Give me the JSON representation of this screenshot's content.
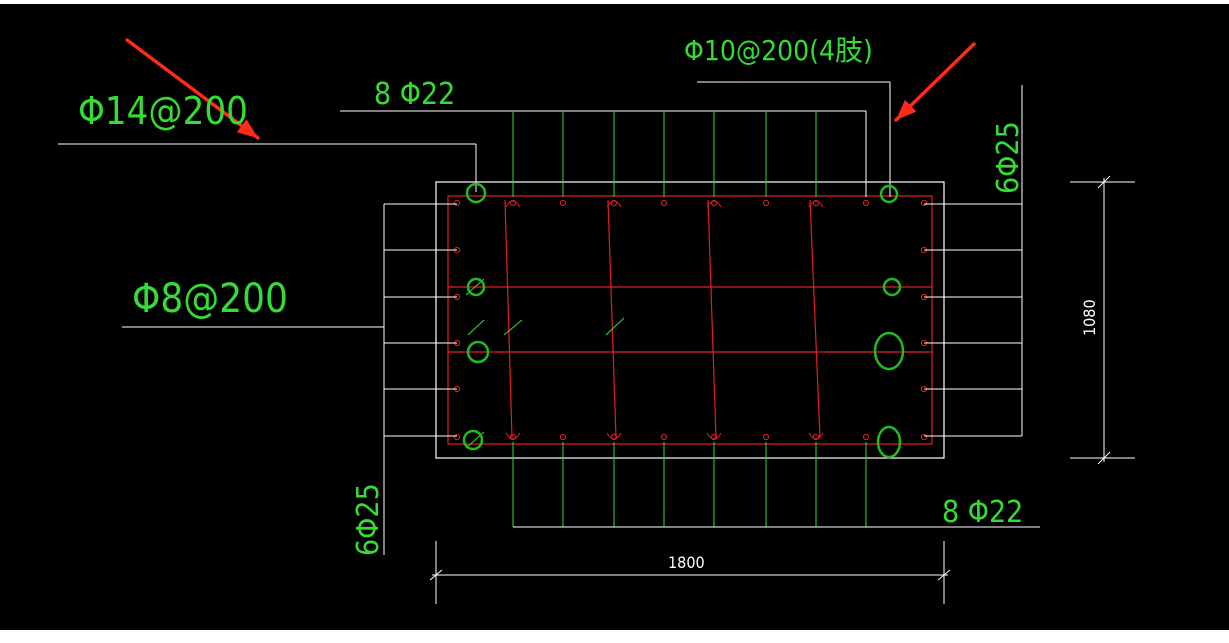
{
  "colors": {
    "background": "#000000",
    "outline": "#ffffff",
    "rebar": "#e02020",
    "text": "#33dd33",
    "leader": "#33dd33",
    "callout_circle": "#22bb22",
    "arrow": "#ff2a1a",
    "dimension": "#ffffff"
  },
  "labels": {
    "stirrup_left": "Φ14@200",
    "top_bars": "8 Φ22",
    "stirrup_top": "Φ10@200(4肢)",
    "right_side_bars": "6Φ25",
    "tie_bars": "Φ8@200",
    "left_side_bars": "6Φ25",
    "bottom_bars": "8 Φ22"
  },
  "dimensions": {
    "width": "1800",
    "height": "1080"
  }
}
